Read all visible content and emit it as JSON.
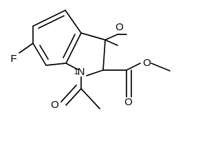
{
  "molecule": {
    "atoms": {
      "fluorine": "F",
      "nitrogen": "N",
      "ketone_oxygen": "O",
      "ester_carbonyl_oxygen": "O",
      "ester_ether_oxygen": "O",
      "acetyl_oxygen": "O"
    },
    "position_labels": {
      "nitrogen_locant": "1"
    }
  }
}
